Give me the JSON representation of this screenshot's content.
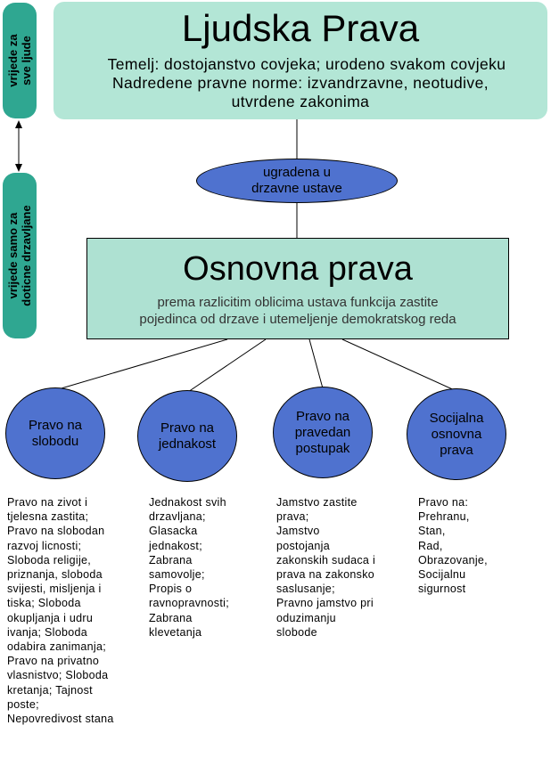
{
  "side_labels": {
    "top": [
      "vrijede za",
      "sve ljude"
    ],
    "bottom": [
      "vrijede samo za",
      "doticne drzavljane"
    ]
  },
  "top_box": {
    "title": "Ljudska Prava",
    "lines": [
      "Temelj: dostojanstvo covjeka; urodeno svakom covjeku",
      "Nadredene pravne norme: izvandrzavne, neotudive,",
      "utvrdene zakonima"
    ]
  },
  "connector_ellipse": {
    "lines": [
      "ugradena u",
      "drzavne ustave"
    ]
  },
  "mid_box": {
    "title": "Osnovna prava",
    "lines": [
      "prema razlicitim oblicima ustava funkcija zastite",
      "pojedinca od drzave i utemeljenje demokratskog reda"
    ]
  },
  "categories": [
    {
      "label_lines": [
        "Pravo na",
        "slobodu"
      ],
      "detail_lines": [
        "Pravo na zivot i",
        "tjelesna zastita;",
        "Pravo na slobodan",
        "razvoj licnosti;",
        "Sloboda religije,",
        "priznanja, sloboda",
        "svijesti, misljenja i",
        "tiska; Sloboda",
        "okupljanja i udru",
        "ivanja; Sloboda",
        "odabira zanimanja;",
        "Pravo na privatno",
        "vlasnistvo; Sloboda",
        "kretanja; Tajnost",
        "poste;",
        "Nepovredivost stana"
      ]
    },
    {
      "label_lines": [
        "Pravo na",
        "jednakost"
      ],
      "detail_lines": [
        "Jednakost svih",
        "drzavljana;",
        "Glasacka",
        "jednakost;",
        "Zabrana",
        "samovolje;",
        "Propis o",
        "ravnopravnosti;",
        "Zabrana",
        "klevetanja"
      ]
    },
    {
      "label_lines": [
        "Pravo na",
        "pravedan",
        "postupak"
      ],
      "detail_lines": [
        "Jamstvo zastite",
        "prava;",
        "Jamstvo",
        "postojanja",
        "zakonskih sudaca i",
        "prava na zakonsko",
        "saslusanje;",
        "Pravno jamstvo pri",
        "oduzimanju",
        "slobode"
      ]
    },
    {
      "label_lines": [
        "Socijalna",
        "osnovna",
        "prava"
      ],
      "detail_lines": [
        "Pravo na:",
        "Prehranu,",
        "Stan,",
        "Rad,",
        "Obrazovanje,",
        "Socijalnu",
        "sigurnost"
      ]
    }
  ],
  "colors": {
    "pill": "#2fa791",
    "top_box": "#b3e6d6",
    "mid_box": "#aee1d2",
    "ellipse": "#4f72cf"
  },
  "icons": [
    "double-arrow-icon"
  ]
}
